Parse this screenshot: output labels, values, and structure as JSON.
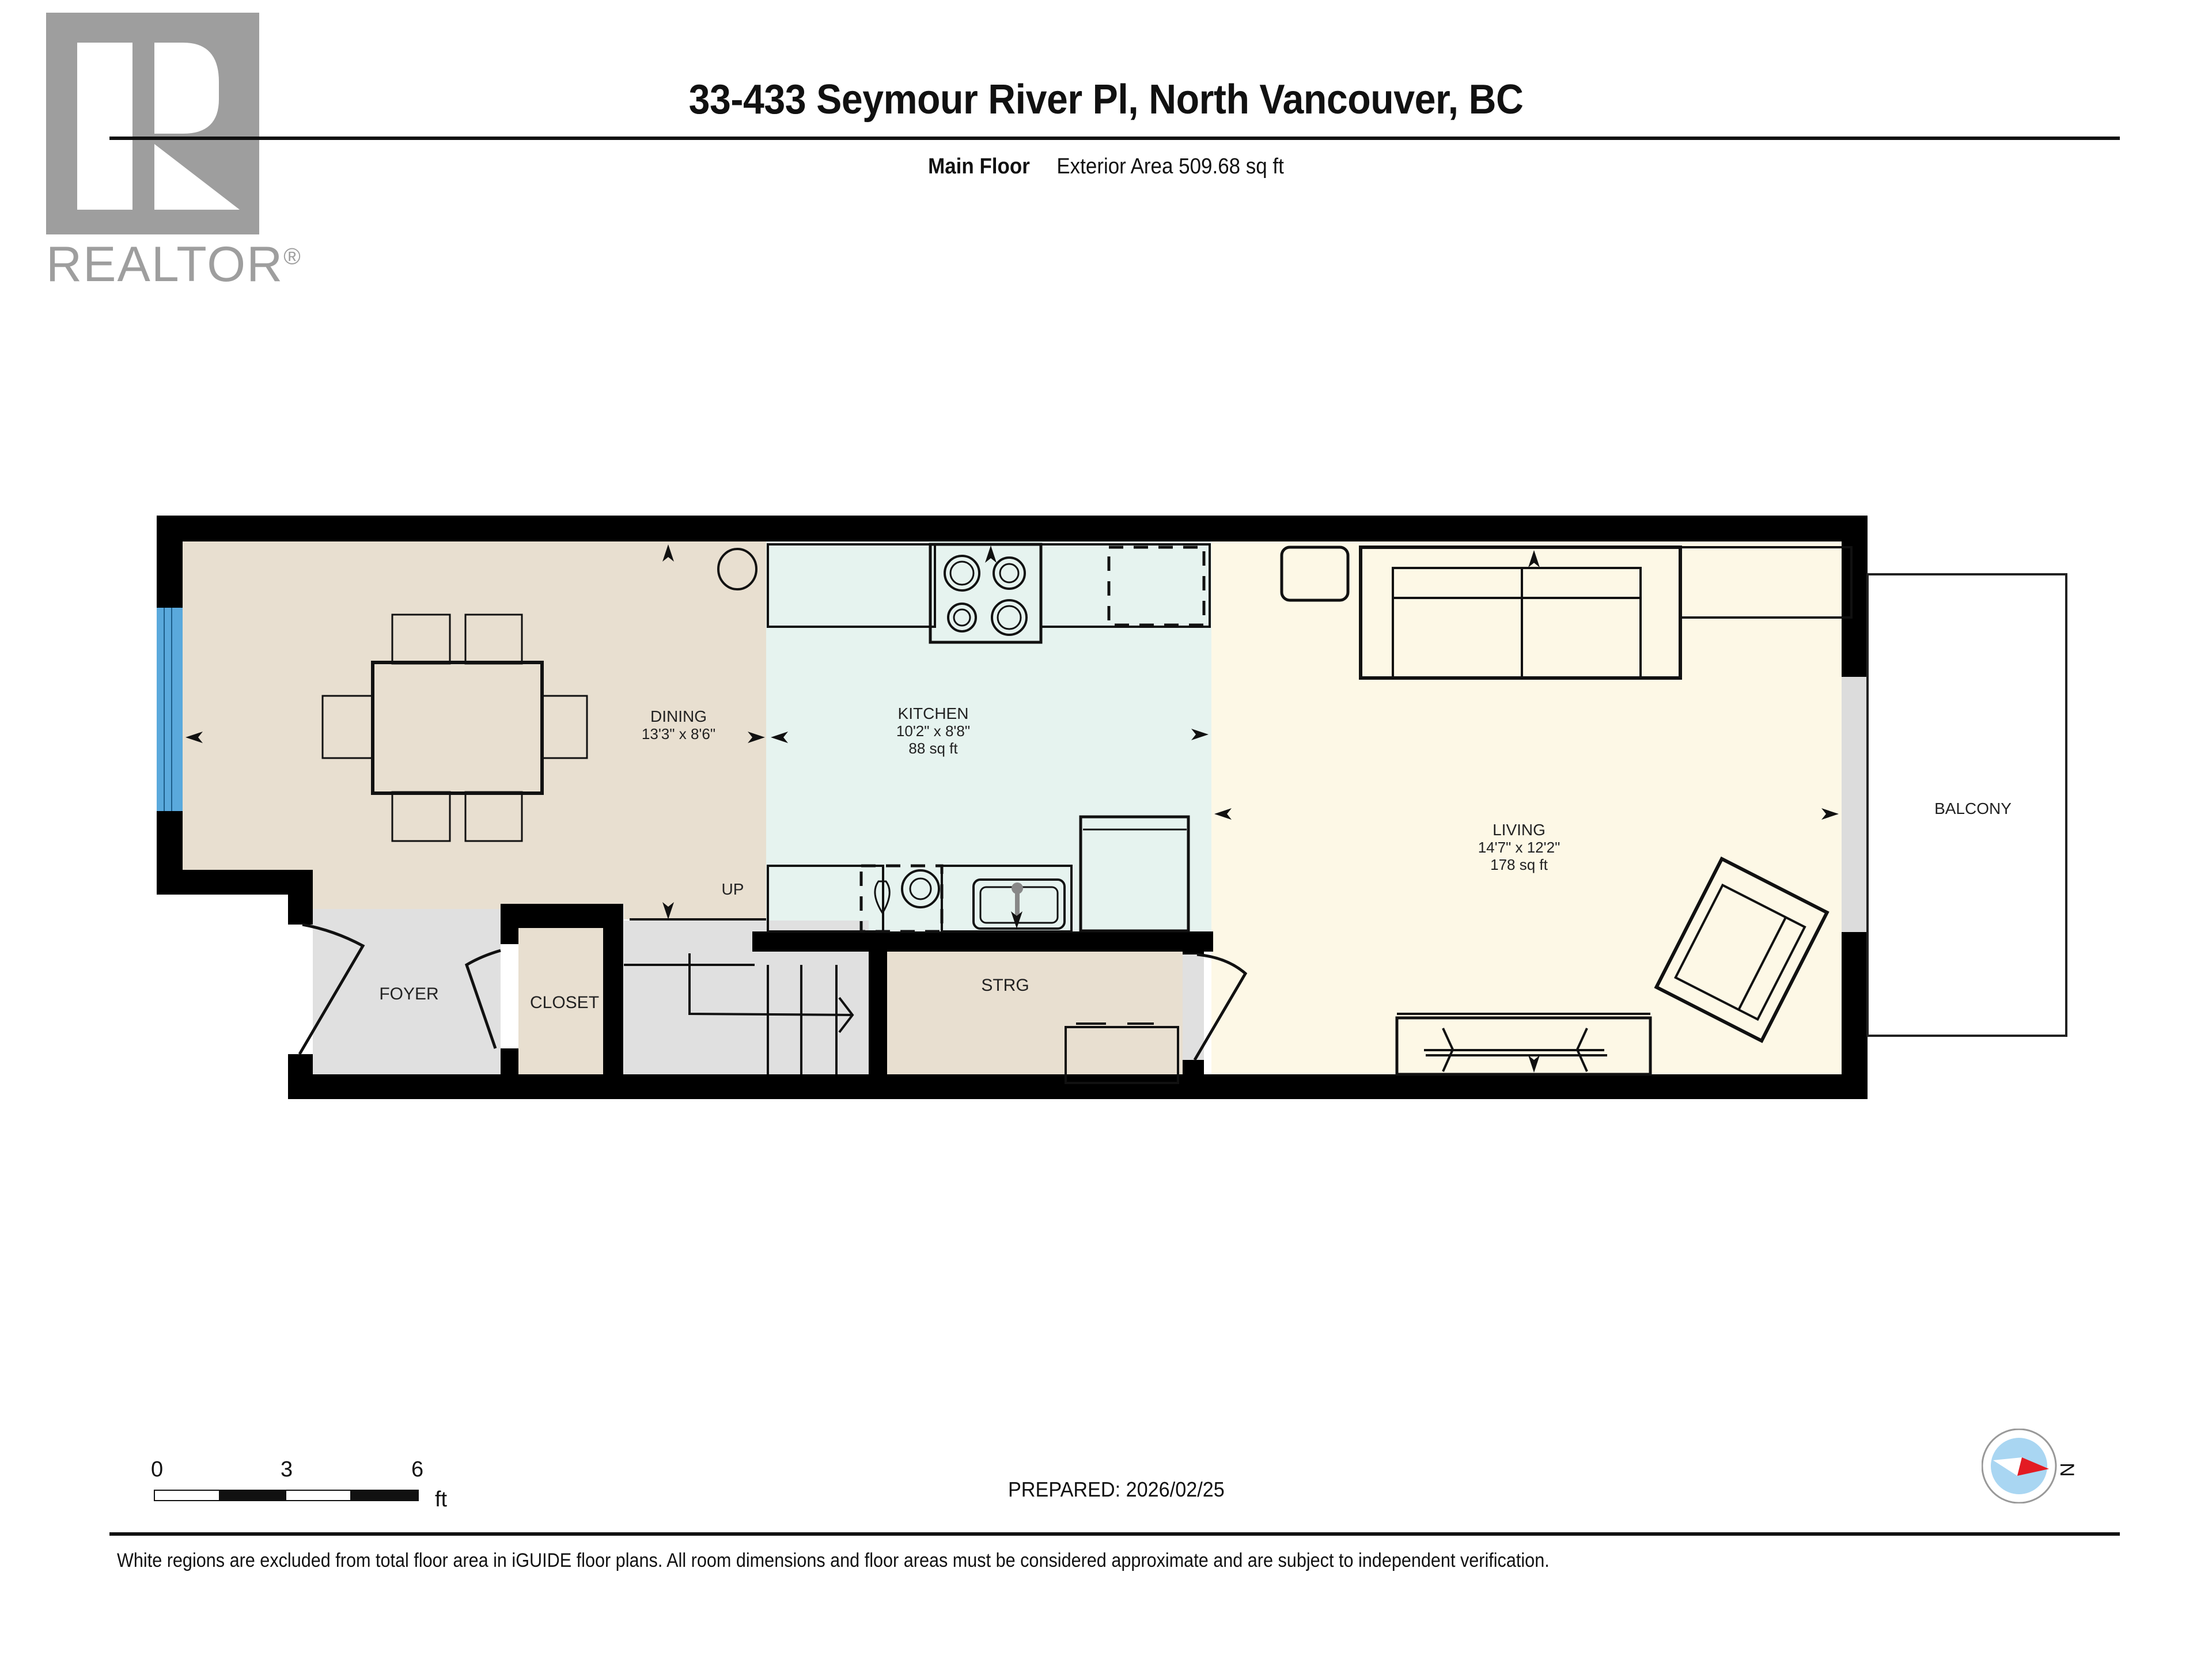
{
  "header": {
    "logo_text": "REALTOR",
    "logo_mark": "®",
    "title": "33-433 Seymour River Pl, North Vancouver, BC",
    "floor_name": "Main Floor",
    "exterior_area": "Exterior Area 509.68 sq ft"
  },
  "rooms": {
    "dining": {
      "name": "DINING",
      "dims": "13'3\" x 8'6\""
    },
    "kitchen": {
      "name": "KITCHEN",
      "dims": "10'2\" x 8'8\"",
      "area": "88 sq ft"
    },
    "living": {
      "name": "LIVING",
      "dims": "14'7\" x 12'2\"",
      "area": "178 sq ft"
    },
    "balcony": {
      "name": "BALCONY"
    },
    "foyer": {
      "name": "FOYER"
    },
    "closet": {
      "name": "CLOSET"
    },
    "storage": {
      "name": "STRG"
    },
    "stairs": {
      "label": "UP"
    }
  },
  "colors": {
    "dining": "#e8dfd0",
    "kitchen": "#e6f3ef",
    "living": "#fdf8e6",
    "foyer": "#e0e0e0",
    "closet": "#e8dfd0",
    "storage": "#e8dfd0",
    "stairs": "#e0e0e0",
    "wall": "#000000",
    "window": "#5aa9dc",
    "logo_gray": "#9e9e9e",
    "compass_red": "#e31b23",
    "compass_blue": "#a9d6f2"
  },
  "scale_bar": {
    "ticks": [
      "0",
      "3",
      "6"
    ],
    "unit": "ft"
  },
  "prepared": "PREPARED: 2026/02/25",
  "compass": {
    "label": "N"
  },
  "footer": {
    "note": "White regions are excluded from total floor area in iGUIDE floor plans. All room dimensions and floor areas must be considered approximate and are subject to independent verification."
  }
}
